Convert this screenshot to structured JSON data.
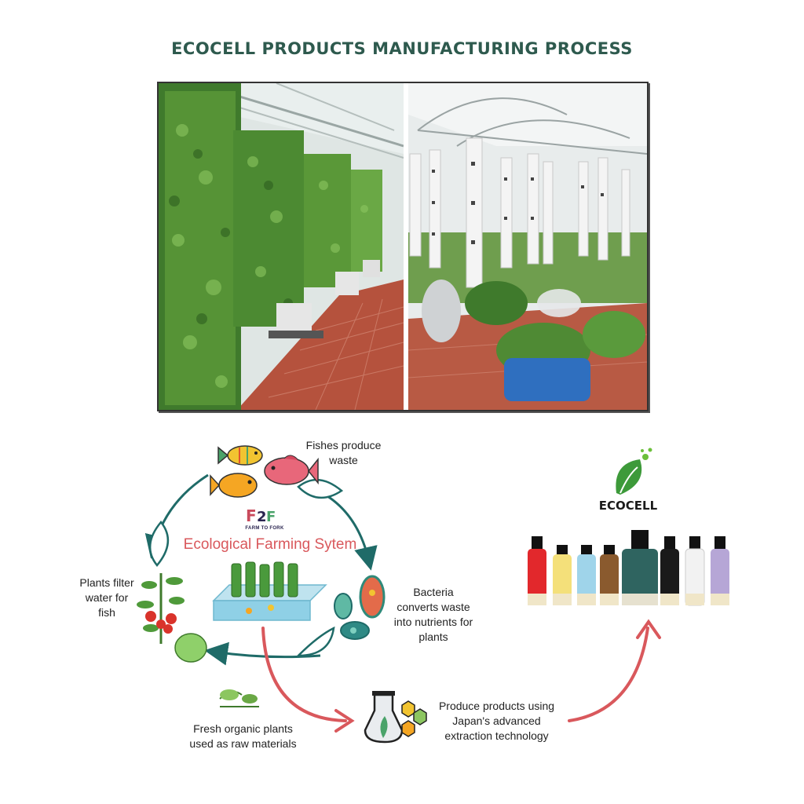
{
  "title": "ECOCELL PRODUCTS MANUFACTURING PROCESS",
  "diagram": {
    "logo_caption": "FARM TO FORK",
    "system_title": "Ecological Farming Sytem",
    "steps": [
      {
        "id": "fish",
        "text_lines": [
          "Fishes produce",
          "waste"
        ]
      },
      {
        "id": "bacteria",
        "text_lines": [
          "Bacteria",
          "converts waste",
          "into nutrients for",
          "plants"
        ]
      },
      {
        "id": "plants",
        "text_lines": [
          "Plants filter",
          "water for",
          "fish"
        ]
      }
    ],
    "raw_materials": {
      "text_lines": [
        "Fresh organic plants",
        "used as raw materials"
      ]
    },
    "production": {
      "text_lines": [
        "Produce products using",
        "Japan's advanced",
        "extraction technology"
      ]
    },
    "brand": "ECOCELL"
  },
  "colors": {
    "title": "#2e5a4e",
    "cycle_arrow": "#1f6b68",
    "flow_arrow": "#d9585c",
    "system_title": "#d9585c"
  },
  "icons": [
    "fish-icon",
    "bacteria-icon",
    "tomato-plant-icon",
    "aquaponic-tower-icon",
    "leaf-icon",
    "flask-molecule-icon",
    "ecocell-leaf-logo",
    "farm-to-fork-logo"
  ]
}
